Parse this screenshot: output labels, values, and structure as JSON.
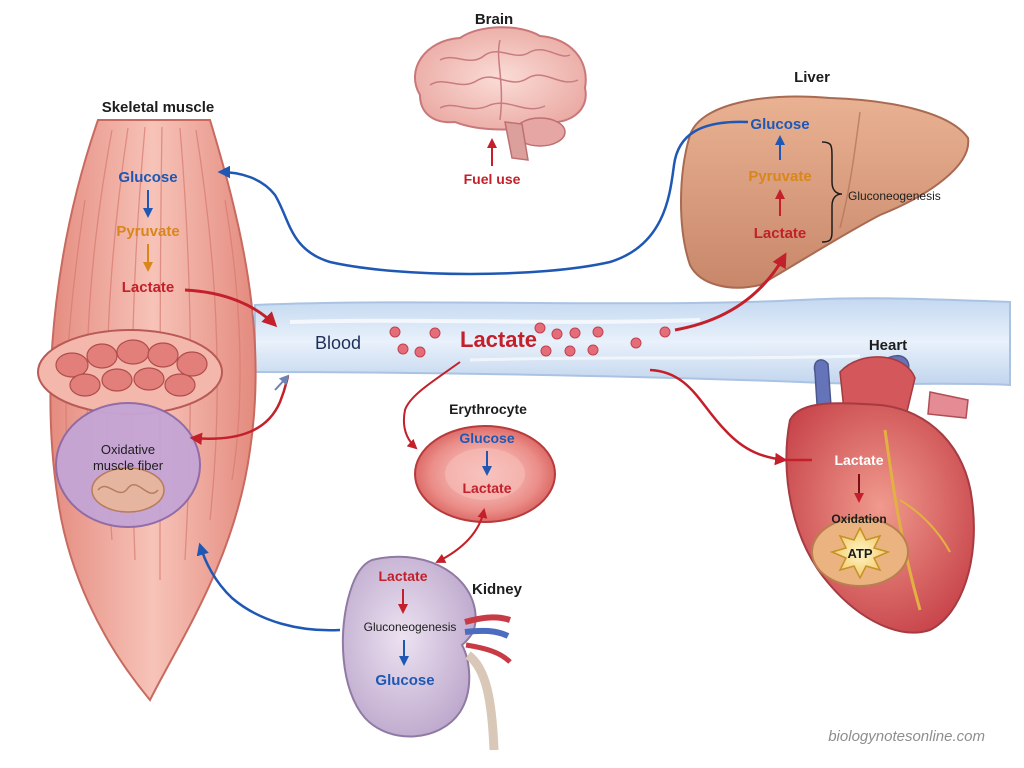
{
  "organs": {
    "brain": {
      "title": "Brain",
      "caption": "Fuel use"
    },
    "muscle": {
      "title": "Skeletal muscle",
      "glucose": "Glucose",
      "pyruvate": "Pyruvate",
      "lactate": "Lactate",
      "fiber_line1": "Oxidative",
      "fiber_line2": "muscle fiber"
    },
    "liver": {
      "title": "Liver",
      "glucose": "Glucose",
      "pyruvate": "Pyruvate",
      "lactate": "Lactate",
      "process": "Gluconeogenesis"
    },
    "blood": {
      "label": "Blood",
      "lactate": "Lactate"
    },
    "erythrocyte": {
      "title": "Erythrocyte",
      "glucose": "Glucose",
      "lactate": "Lactate"
    },
    "heart": {
      "title": "Heart",
      "lactate": "Lactate",
      "process": "Oxidation",
      "atp": "ATP"
    },
    "kidney": {
      "title": "Kidney",
      "lactate": "Lactate",
      "process": "Gluconeogenesis",
      "glucose": "Glucose"
    }
  },
  "watermark": "biologynotesonline.com",
  "colors": {
    "glucose_blue": "#1f58b4",
    "lactate_red": "#c3202b",
    "pyruvate_orange": "#d9861b",
    "blood_vessel": "#d6e5f6",
    "background": "#ffffff"
  }
}
